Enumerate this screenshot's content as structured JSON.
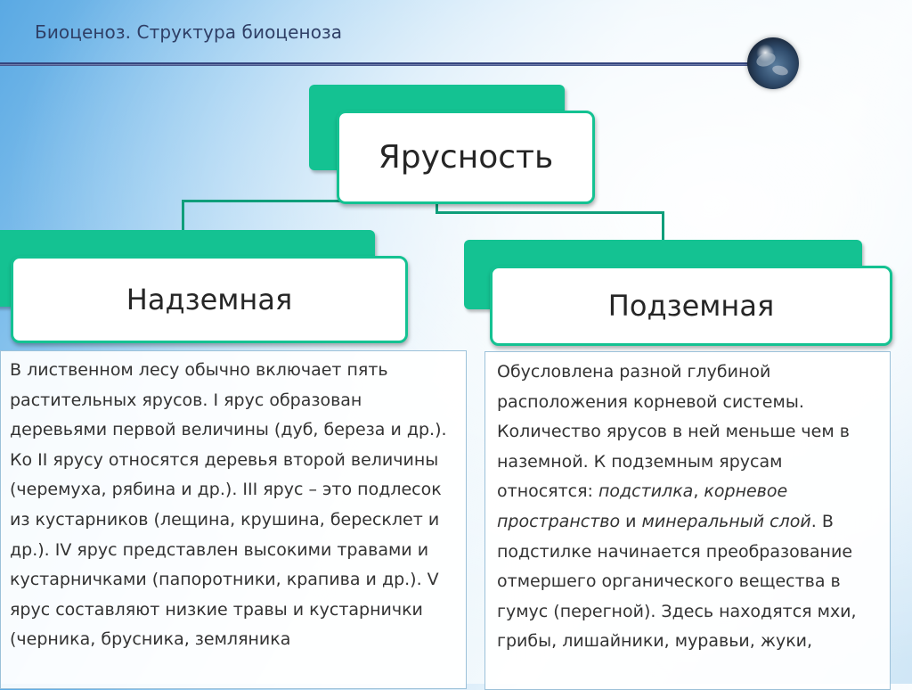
{
  "slide": {
    "title": "Биоценоз. Структура биоценоза"
  },
  "diagram": {
    "root": "Ярусность",
    "left_branch": "Надземная",
    "right_branch": "Подземная"
  },
  "left_text": "В лиственном лесу обычно включает пять растительных ярусов. I ярус образован деревьями первой величины (дуб, береза и др.). Ко II ярусу относятся деревья второй величины (черемуха, рябина и др.). III ярус – это подлесок из кустарников (лещина, крушина, бересклет и др.). IV ярус представлен высокими травами и кустарничками (папоротники, крапива и др.). V ярус составляют низкие травы и кустарнички (черника, брусника, земляника",
  "right_text": {
    "part1": "Обусловлена разной глубиной расположения корневой системы. Количество ярусов в ней меньше чем в наземной. К подземным ярусам относятся: ",
    "italic1": "подстилка",
    "sep1": ", ",
    "italic2": "корневое пространство",
    "sep2": " и ",
    "italic3": "минеральный слой",
    "part2": ". В подстилке начинается преобразование отмершего органического вещества в гумус (перегной). Здесь находятся мхи, грибы, лишайники, муравьи, жуки,"
  },
  "colors": {
    "accent_green": "#14c292",
    "connector_green": "#0f9e7a",
    "header_navy": "#34457e",
    "title_text": "#2f3f66",
    "body_text": "#333333"
  },
  "icons": {
    "globe": "globe-icon"
  }
}
